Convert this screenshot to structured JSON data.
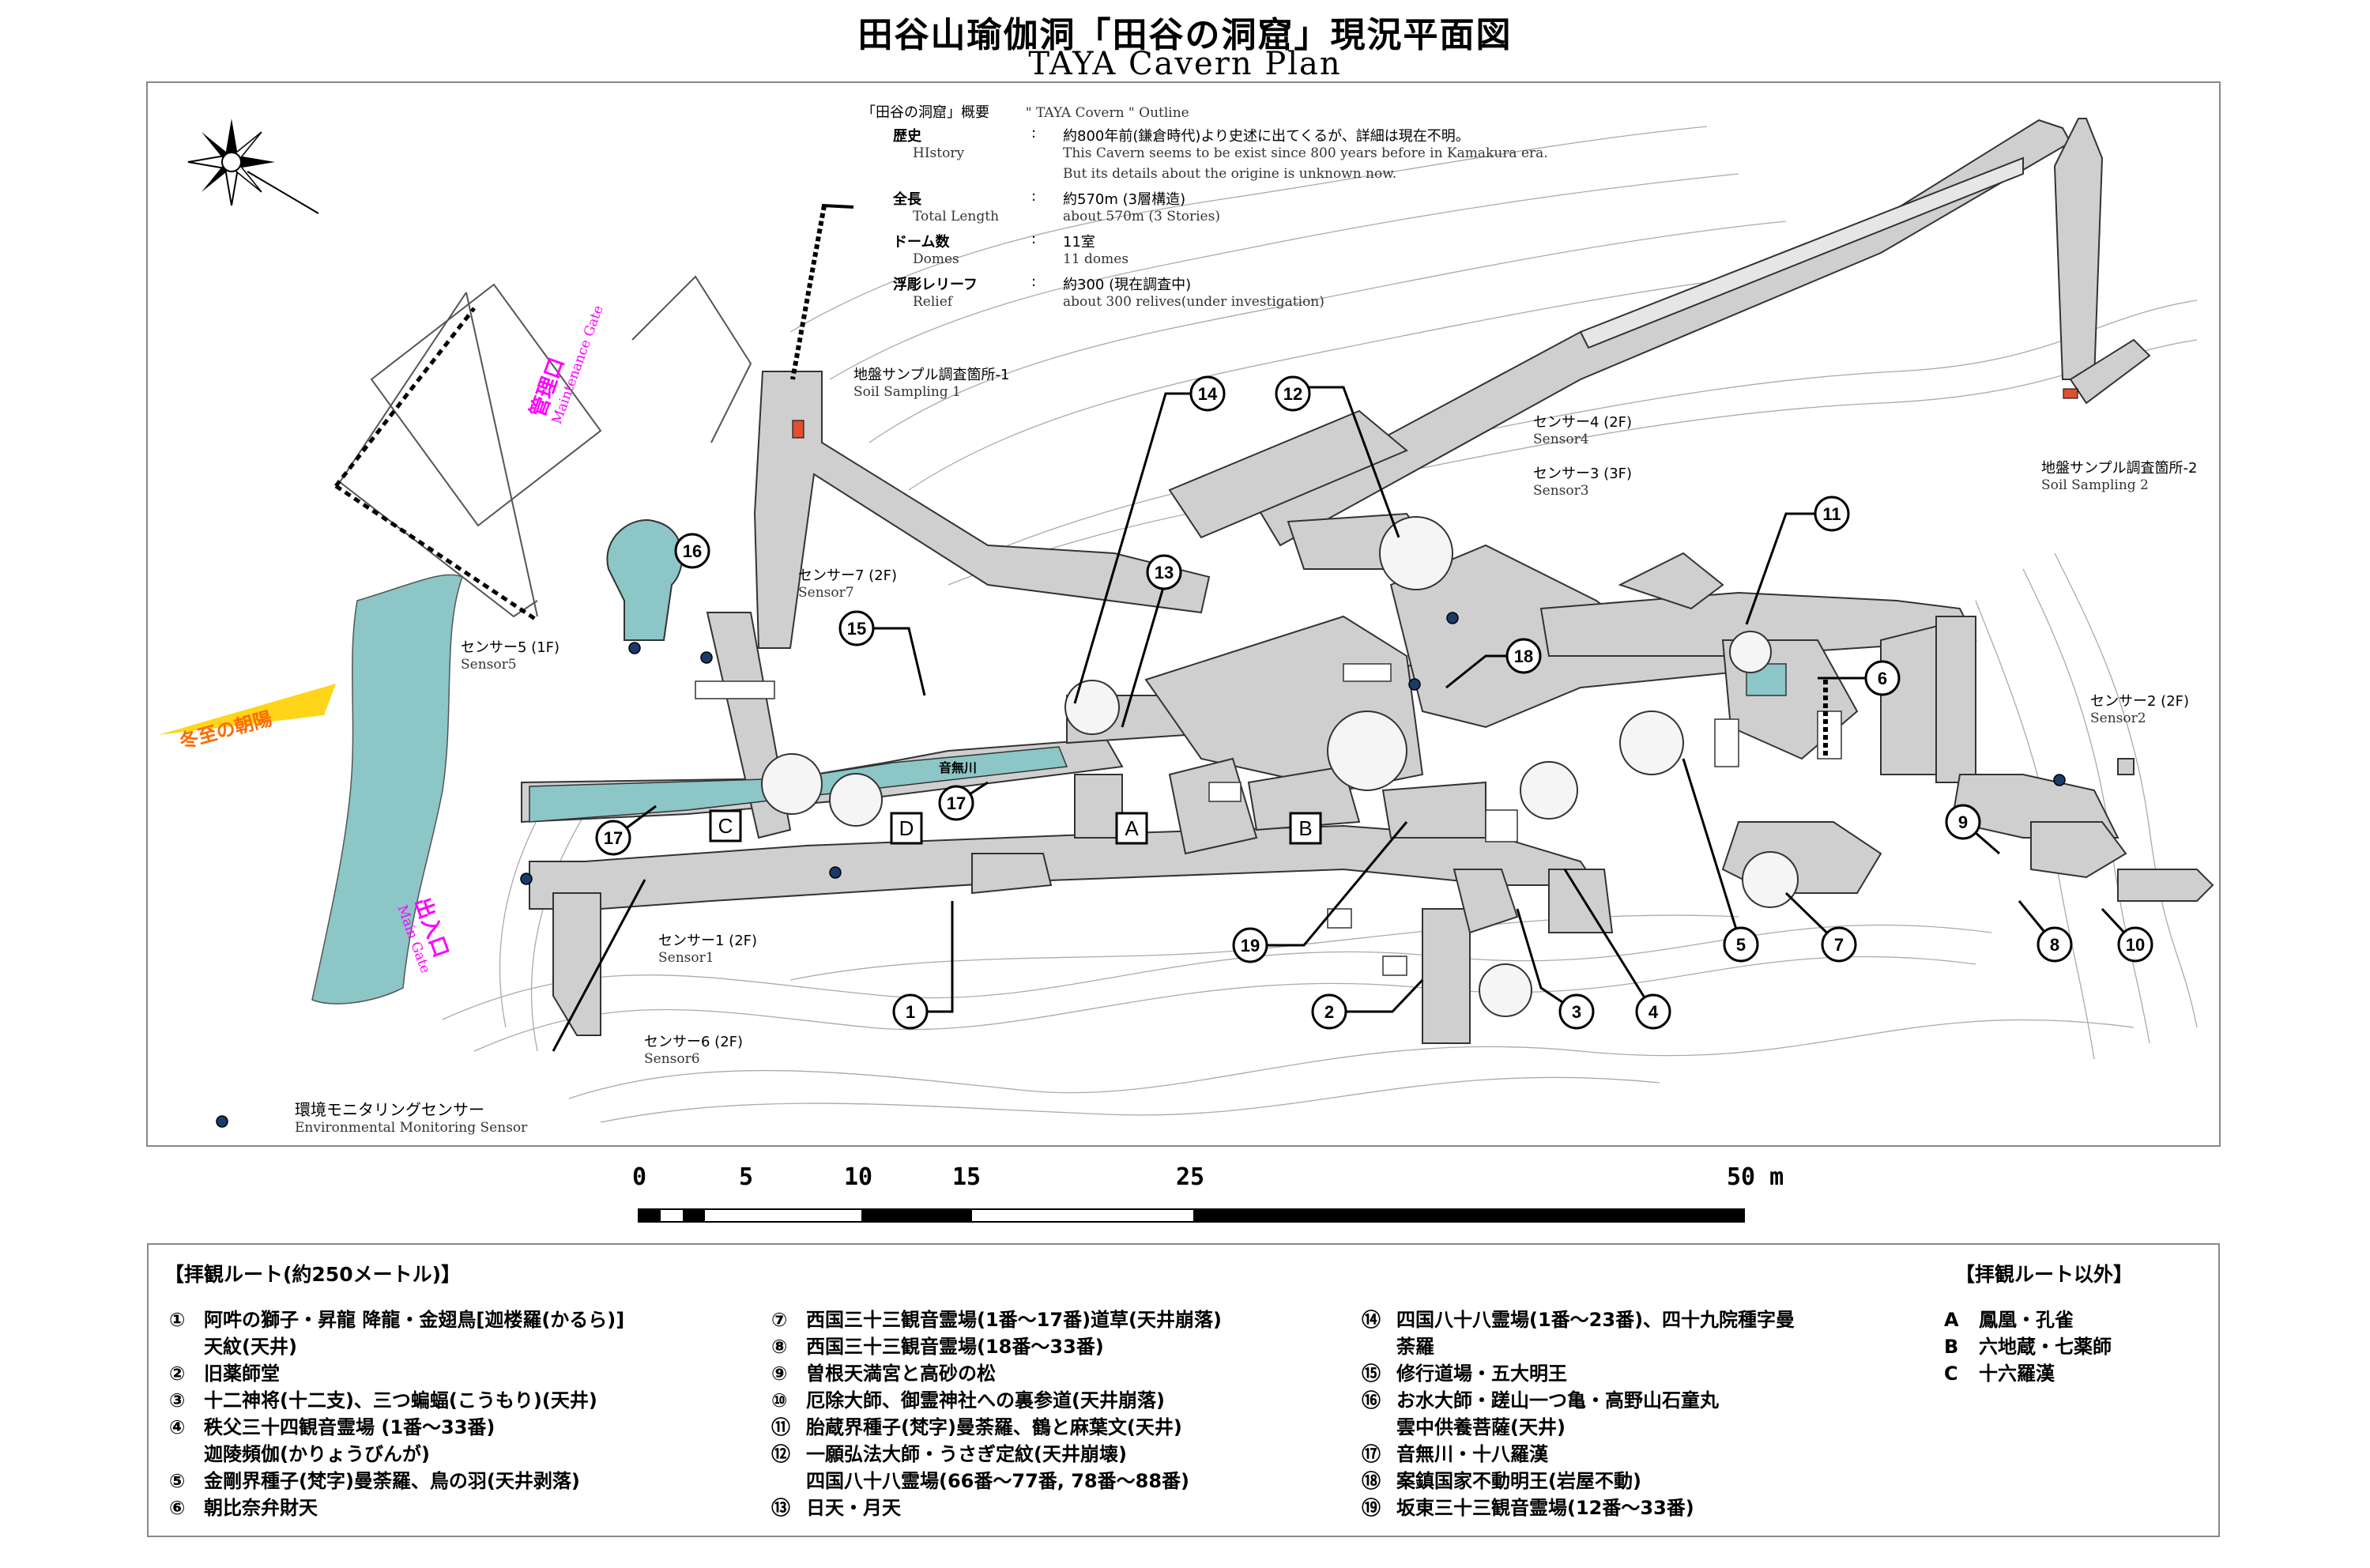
{
  "header": {
    "title": "田谷山瑜伽洞「田谷の洞窟」現況平面図",
    "subtitle": "TAYA Cavern Plan"
  },
  "overview": {
    "heading_jp": "「田谷の洞窟」概要",
    "heading_en": "\" TAYA Covern \" Outline",
    "rows": [
      {
        "label_jp": "歴史",
        "label_en": "HIstory",
        "value_jp": "約800年前(鎌倉時代)より史述に出てくるが、詳細は現在不明。",
        "value_en": "This Cavern seems to be exist since 800 years before in Kamakura era.",
        "value_en2": "But its details about the origine is unknown now."
      },
      {
        "label_jp": "全長",
        "label_en": "Total Length",
        "value_jp": "約570m (3層構造)",
        "value_en": "about 570m (3 Stories)"
      },
      {
        "label_jp": "ドーム数",
        "label_en": "Domes",
        "value_jp": "11室",
        "value_en": "11 domes"
      },
      {
        "label_jp": "浮彫レリーフ",
        "label_en": "Relief",
        "value_jp": "約300 (現在調査中)",
        "value_en": "about 300 relives(under investigation)"
      }
    ],
    "colon": ":"
  },
  "map": {
    "colors": {
      "water": "#8cc6c6",
      "cave": "#cfcfcf",
      "accent": "#ff00ff",
      "sensor": "#1a3a6a",
      "sample": "#e05030"
    },
    "maintenance_gate": {
      "jp": "管理口",
      "en": "Maintenance Gate"
    },
    "main_gate": {
      "jp": "出入口",
      "en": "Main Gate"
    },
    "sunrise_label": "冬至の朝陽",
    "river_label": "音無川",
    "compass_icon": "compass-rose-icon",
    "sensors": [
      {
        "jp": "センサー1 (2F)",
        "en": "Sensor1"
      },
      {
        "jp": "センサー2 (2F)",
        "en": "Sensor2"
      },
      {
        "jp": "センサー3 (3F)",
        "en": "Sensor3"
      },
      {
        "jp": "センサー4 (2F)",
        "en": "Sensor4"
      },
      {
        "jp": "センサー5 (1F)",
        "en": "Sensor5"
      },
      {
        "jp": "センサー6 (2F)",
        "en": "Sensor6"
      },
      {
        "jp": "センサー7 (2F)",
        "en": "Sensor7"
      }
    ],
    "soil_samples": [
      {
        "jp": "地盤サンプル調査箇所-1",
        "en": "Soil Sampling 1"
      },
      {
        "jp": "地盤サンプル調査箇所-2",
        "en": "Soil Sampling 2"
      }
    ],
    "markers": [
      "1",
      "2",
      "3",
      "4",
      "5",
      "6",
      "7",
      "8",
      "9",
      "10",
      "11",
      "12",
      "13",
      "14",
      "15",
      "16",
      "17",
      "18",
      "19"
    ],
    "letter_markers": [
      "A",
      "B",
      "C",
      "D"
    ],
    "sensor_legend": {
      "jp": "環境モニタリングセンサー",
      "en": "Environmental Monitoring Sensor"
    }
  },
  "scale": {
    "ticks": [
      "0",
      "5",
      "10",
      "15",
      "25",
      "50 m"
    ]
  },
  "legend": {
    "route_heading": "【拝観ルート(約250メートル)】",
    "other_heading": "【拝観ルート以外】",
    "col1": [
      {
        "num": "①",
        "text": "阿吽の獅子・昇龍 降龍・金翅鳥[迦楼羅(かるら)]",
        "cont": "天紋(天井)"
      },
      {
        "num": "②",
        "text": "旧薬師堂"
      },
      {
        "num": "③",
        "text": "十二神将(十二支)、三つ蝙蝠(こうもり)(天井)"
      },
      {
        "num": "④",
        "text": "秩父三十四観音霊場 (1番～33番)",
        "cont": "迦陵頻伽(かりょうびんが)"
      },
      {
        "num": "⑤",
        "text": "金剛界種子(梵字)曼荼羅、鳥の羽(天井剥落)"
      },
      {
        "num": "⑥",
        "text": "朝比奈弁財天"
      }
    ],
    "col2": [
      {
        "num": "⑦",
        "text": "西国三十三観音霊場(1番～17番)道草(天井崩落)"
      },
      {
        "num": "⑧",
        "text": "西国三十三観音霊場(18番～33番)"
      },
      {
        "num": "⑨",
        "text": "曽根天満宮と高砂の松"
      },
      {
        "num": "⑩",
        "text": "厄除大師、御霊神社への裏参道(天井崩落)"
      },
      {
        "num": "⑪",
        "text": "胎蔵界種子(梵字)曼荼羅、鶴と麻葉文(天井)"
      },
      {
        "num": "⑫",
        "text": "一願弘法大師・うさぎ定紋(天井崩壊)",
        "cont": "四国八十八霊場(66番～77番, 78番～88番)"
      },
      {
        "num": "⑬",
        "text": "日天・月天"
      }
    ],
    "col3": [
      {
        "num": "⑭",
        "text": "四国八十八霊場(1番～23番)、四十九院種字曼",
        "cont": "荼羅"
      },
      {
        "num": "⑮",
        "text": "修行道場・五大明王"
      },
      {
        "num": "⑯",
        "text": "お水大師・蹉山一つ亀・高野山石童丸",
        "cont": "雲中供養菩薩(天井)"
      },
      {
        "num": "⑰",
        "text": "音無川・十八羅漢"
      },
      {
        "num": "⑱",
        "text": "案鎮国家不動明王(岩屋不動)"
      },
      {
        "num": "⑲",
        "text": "坂東三十三観音霊場(12番～33番)"
      }
    ],
    "col4": [
      {
        "num": "A",
        "text": "鳳凰・孔雀"
      },
      {
        "num": "B",
        "text": "六地蔵・七薬師"
      },
      {
        "num": "C",
        "text": "十六羅漢"
      }
    ]
  }
}
